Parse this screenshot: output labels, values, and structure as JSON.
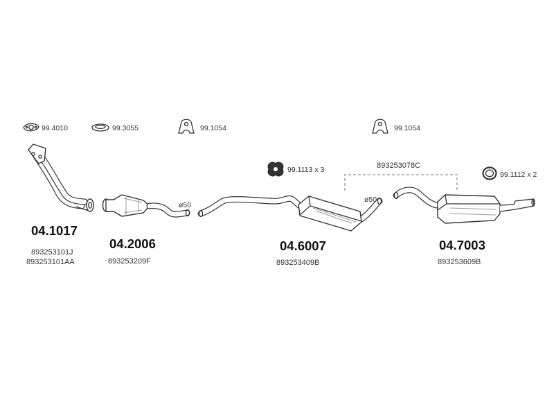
{
  "accessories": {
    "gasket_a": {
      "code": "99.4010",
      "icon": "flange-gasket-icon"
    },
    "ring_a": {
      "code": "99.3055",
      "icon": "sealing-ring-icon"
    },
    "hanger_a": {
      "code": "99.1054",
      "icon": "rubber-hanger-icon"
    },
    "hanger_b": {
      "code": "99.1054",
      "icon": "rubber-hanger-icon"
    },
    "mount_c": {
      "code": "99.1113 x 3",
      "icon": "mounting-rubber-icon"
    },
    "clamp_d": {
      "code": "99.1112 x 2",
      "icon": "pipe-clamp-icon"
    }
  },
  "parts": [
    {
      "number": "04.1017",
      "oem": [
        "893253101J",
        "893253101AA"
      ],
      "type": "front-pipe"
    },
    {
      "number": "04.2006",
      "oem": [
        "893253209F"
      ],
      "type": "catalytic-converter"
    },
    {
      "number": "04.6007",
      "oem": [
        "893253409B"
      ],
      "type": "middle-silencer"
    },
    {
      "number": "04.7003",
      "oem": [
        "893253609B"
      ],
      "type": "rear-silencer"
    }
  ],
  "labels": {
    "diameter_1": "ø50",
    "diameter_2": "ø50",
    "assembly_code": "893253078C"
  }
}
